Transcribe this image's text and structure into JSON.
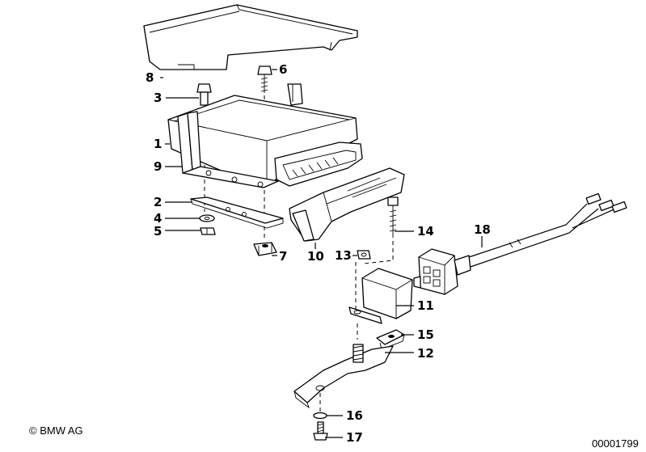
{
  "diagram": {
    "callouts": [
      {
        "id": "1",
        "text": "1"
      },
      {
        "id": "2",
        "text": "2"
      },
      {
        "id": "3",
        "text": "3"
      },
      {
        "id": "4",
        "text": "4"
      },
      {
        "id": "5",
        "text": "5"
      },
      {
        "id": "6",
        "text": "6"
      },
      {
        "id": "7",
        "text": "7"
      },
      {
        "id": "8",
        "text": "8"
      },
      {
        "id": "9",
        "text": "9"
      },
      {
        "id": "10",
        "text": "10"
      },
      {
        "id": "11",
        "text": "11"
      },
      {
        "id": "12",
        "text": "12"
      },
      {
        "id": "13",
        "text": "13"
      },
      {
        "id": "14",
        "text": "14"
      },
      {
        "id": "15",
        "text": "15"
      },
      {
        "id": "16",
        "text": "16"
      },
      {
        "id": "17",
        "text": "17"
      },
      {
        "id": "18",
        "text": "18"
      }
    ]
  },
  "footer": {
    "copyright": "© BMW AG",
    "diagram_number": "00001799"
  }
}
